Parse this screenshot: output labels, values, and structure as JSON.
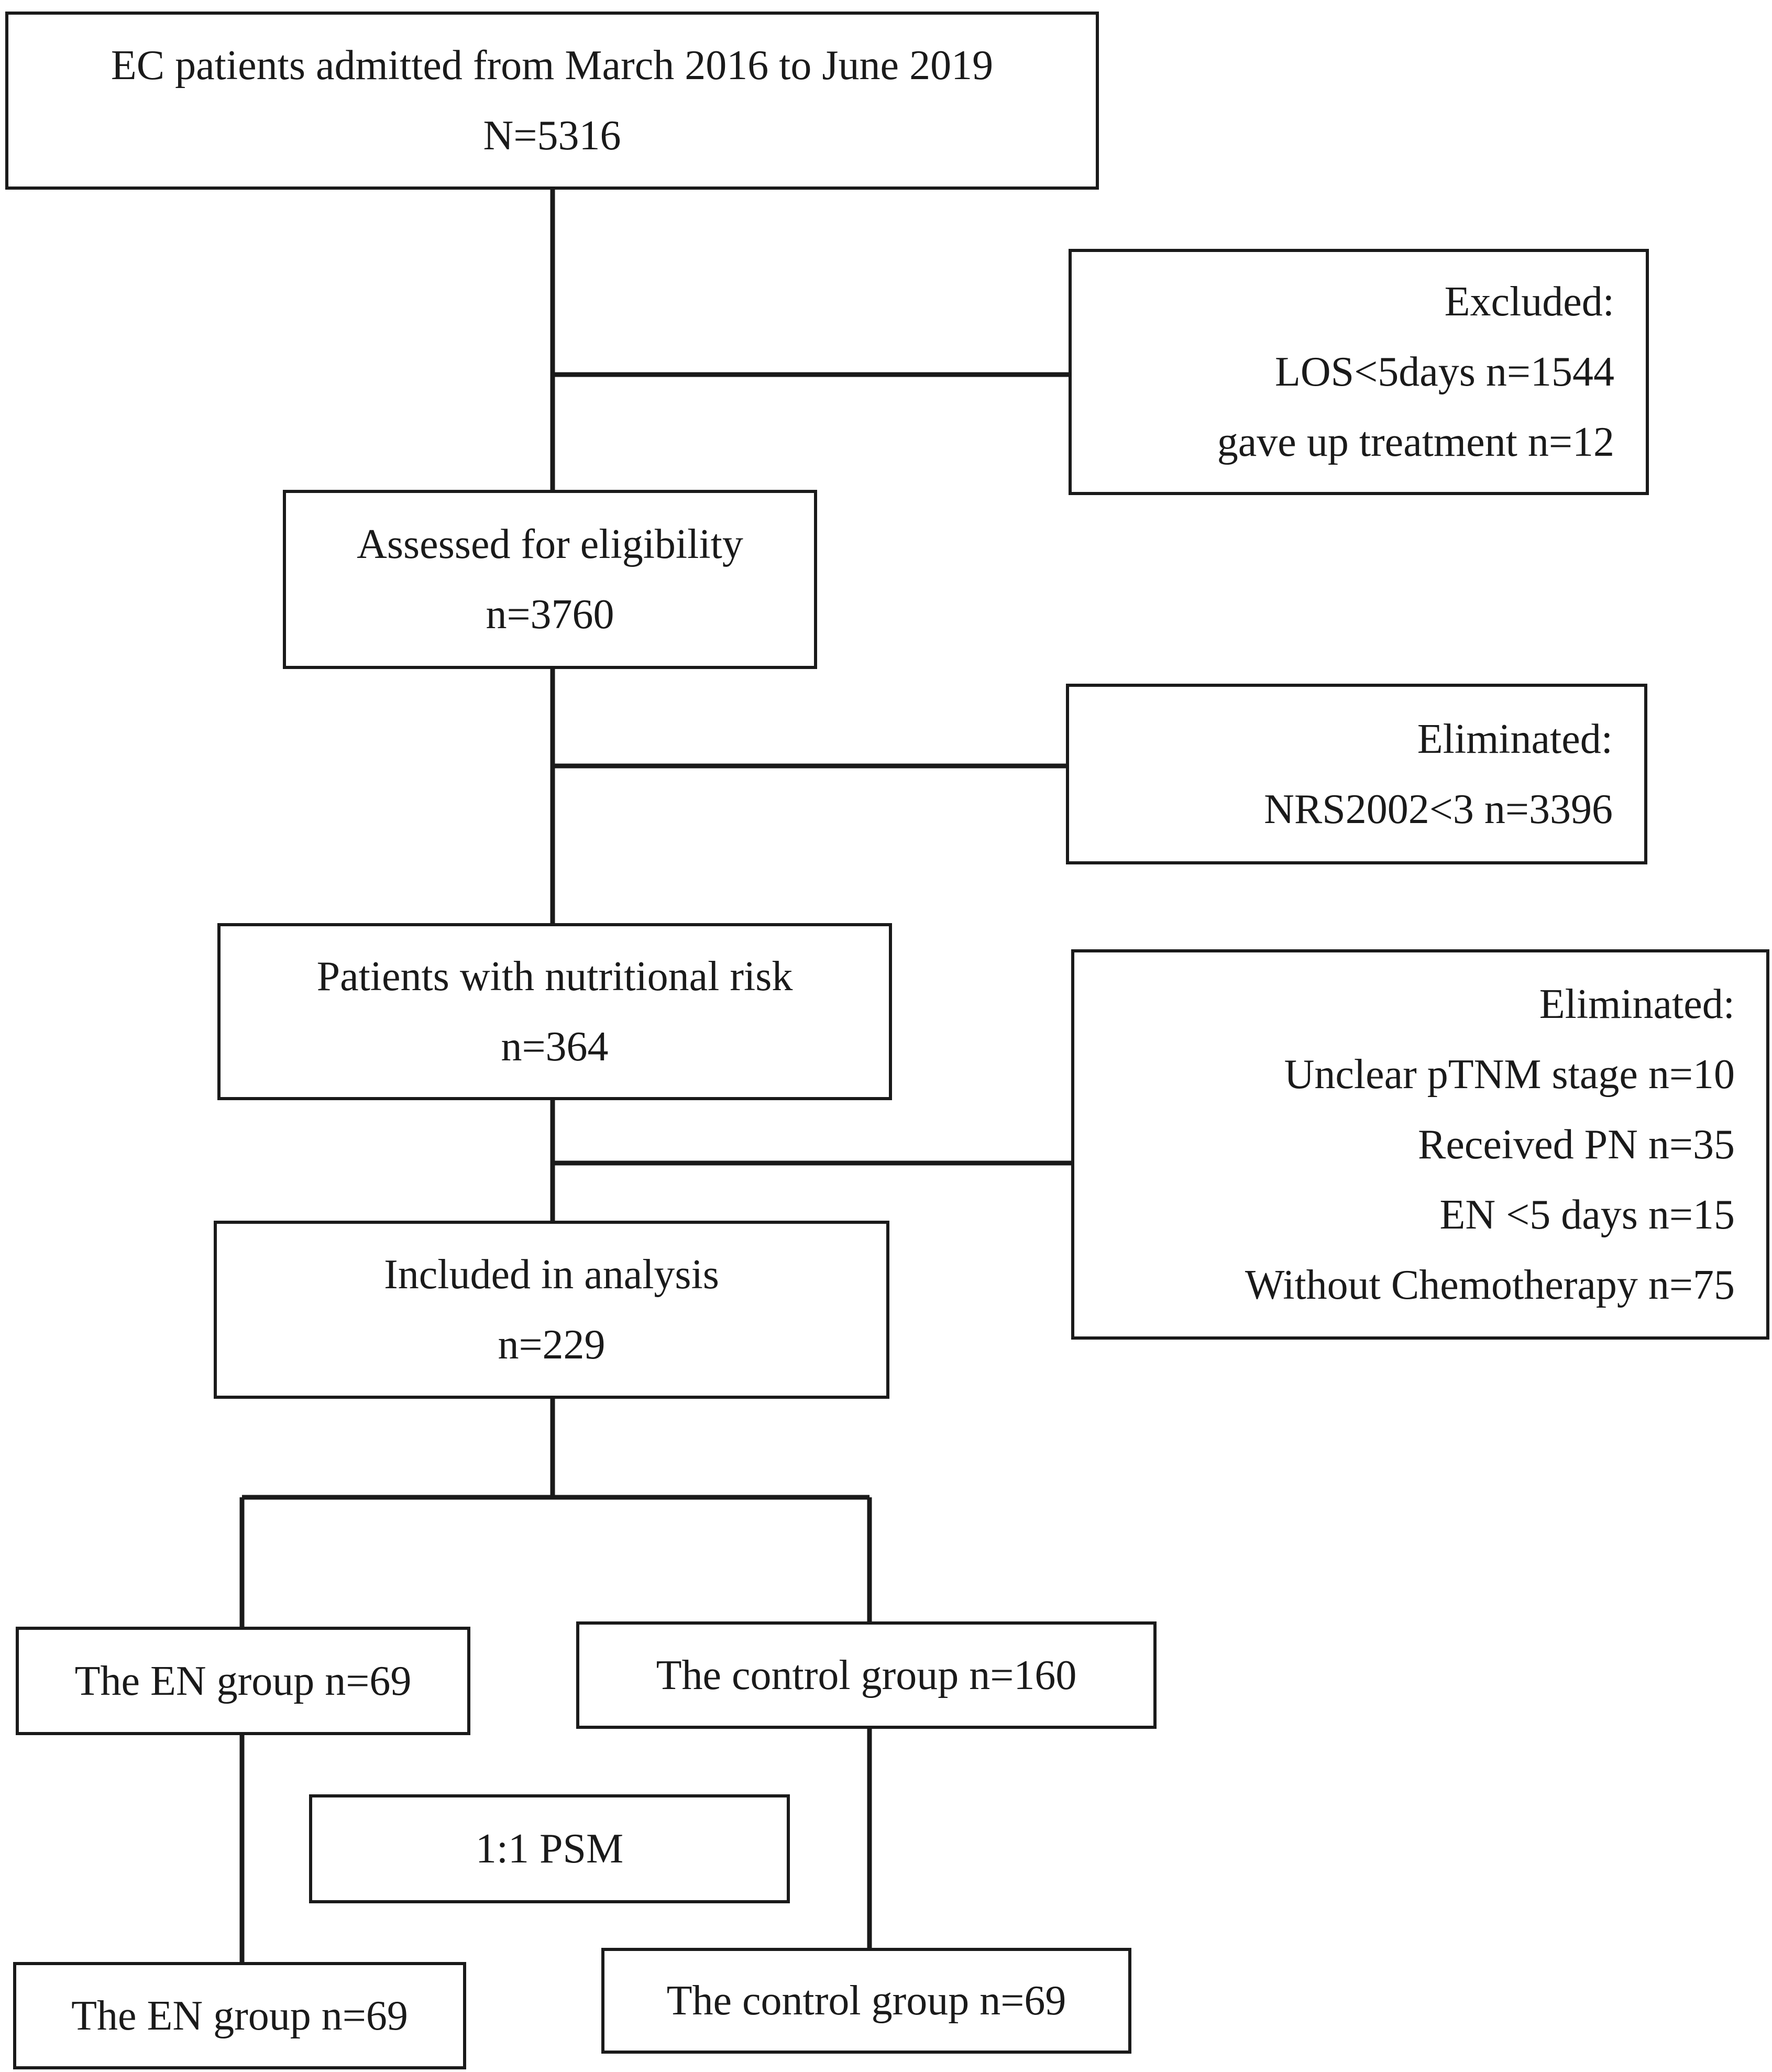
{
  "boxes": {
    "source": {
      "lines": [
        "EC patients admitted from March 2016 to June 2019",
        "N=5316"
      ]
    },
    "excluded": {
      "lines": [
        "Excluded:",
        "LOS<5days n=1544",
        "gave up treatment n=12"
      ]
    },
    "assessed": {
      "lines": [
        "Assessed for eligibility",
        "n=3760"
      ]
    },
    "eliminated_nrs": {
      "lines": [
        "Eliminated:",
        "NRS2002<3 n=3396"
      ]
    },
    "nutritional_risk": {
      "lines": [
        "Patients with nutritional risk",
        "n=364"
      ]
    },
    "eliminated_other": {
      "lines": [
        "Eliminated:",
        "Unclear pTNM stage n=10",
        "Received  PN  n=35",
        "EN <5 days n=15",
        "Without  Chemotherapy  n=75"
      ]
    },
    "included": {
      "lines": [
        "Included in analysis",
        "n=229"
      ]
    },
    "en_group_before": {
      "lines": [
        "The EN group n=69"
      ]
    },
    "control_group_before": {
      "lines": [
        "The control group n=160"
      ]
    },
    "psm": {
      "lines": [
        "1:1 PSM"
      ]
    },
    "en_group_after": {
      "lines": [
        "The EN group n=69"
      ]
    },
    "control_group_after": {
      "lines": [
        "The control group n=69"
      ]
    }
  }
}
